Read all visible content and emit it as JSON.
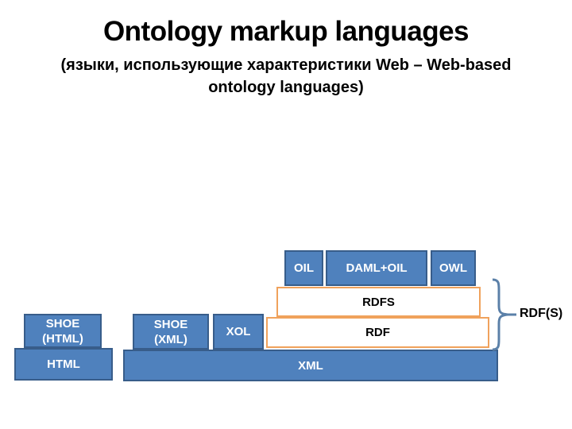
{
  "slide": {
    "title": "Ontology markup languages",
    "subtitle": [
      "(языки, использующие характеристики Web – Web-based",
      "ontology languages)"
    ]
  },
  "diagram": {
    "top_row": {
      "oil": "OIL",
      "daml_oil": "DAML+OIL",
      "owl": "OWL"
    },
    "rdf_layers": {
      "rdfs": "RDFS",
      "rdf": "RDF"
    },
    "shoe_html": [
      "SHOE",
      "(HTML)"
    ],
    "shoe_xml": [
      "SHOE",
      "(XML)"
    ],
    "xol": "XOL",
    "base_row": {
      "html": "HTML",
      "xml": "XML"
    },
    "brace_label": "RDF(S)",
    "colors": {
      "blue_fill": "#4F81BD",
      "blue_border": "#385D8A",
      "orange_border": "#F0A25C",
      "white_fill": "#FFFFFF",
      "brace": "#5B80A8",
      "text_on_blue": "#FFFFFF",
      "text_dark": "#000000"
    }
  }
}
